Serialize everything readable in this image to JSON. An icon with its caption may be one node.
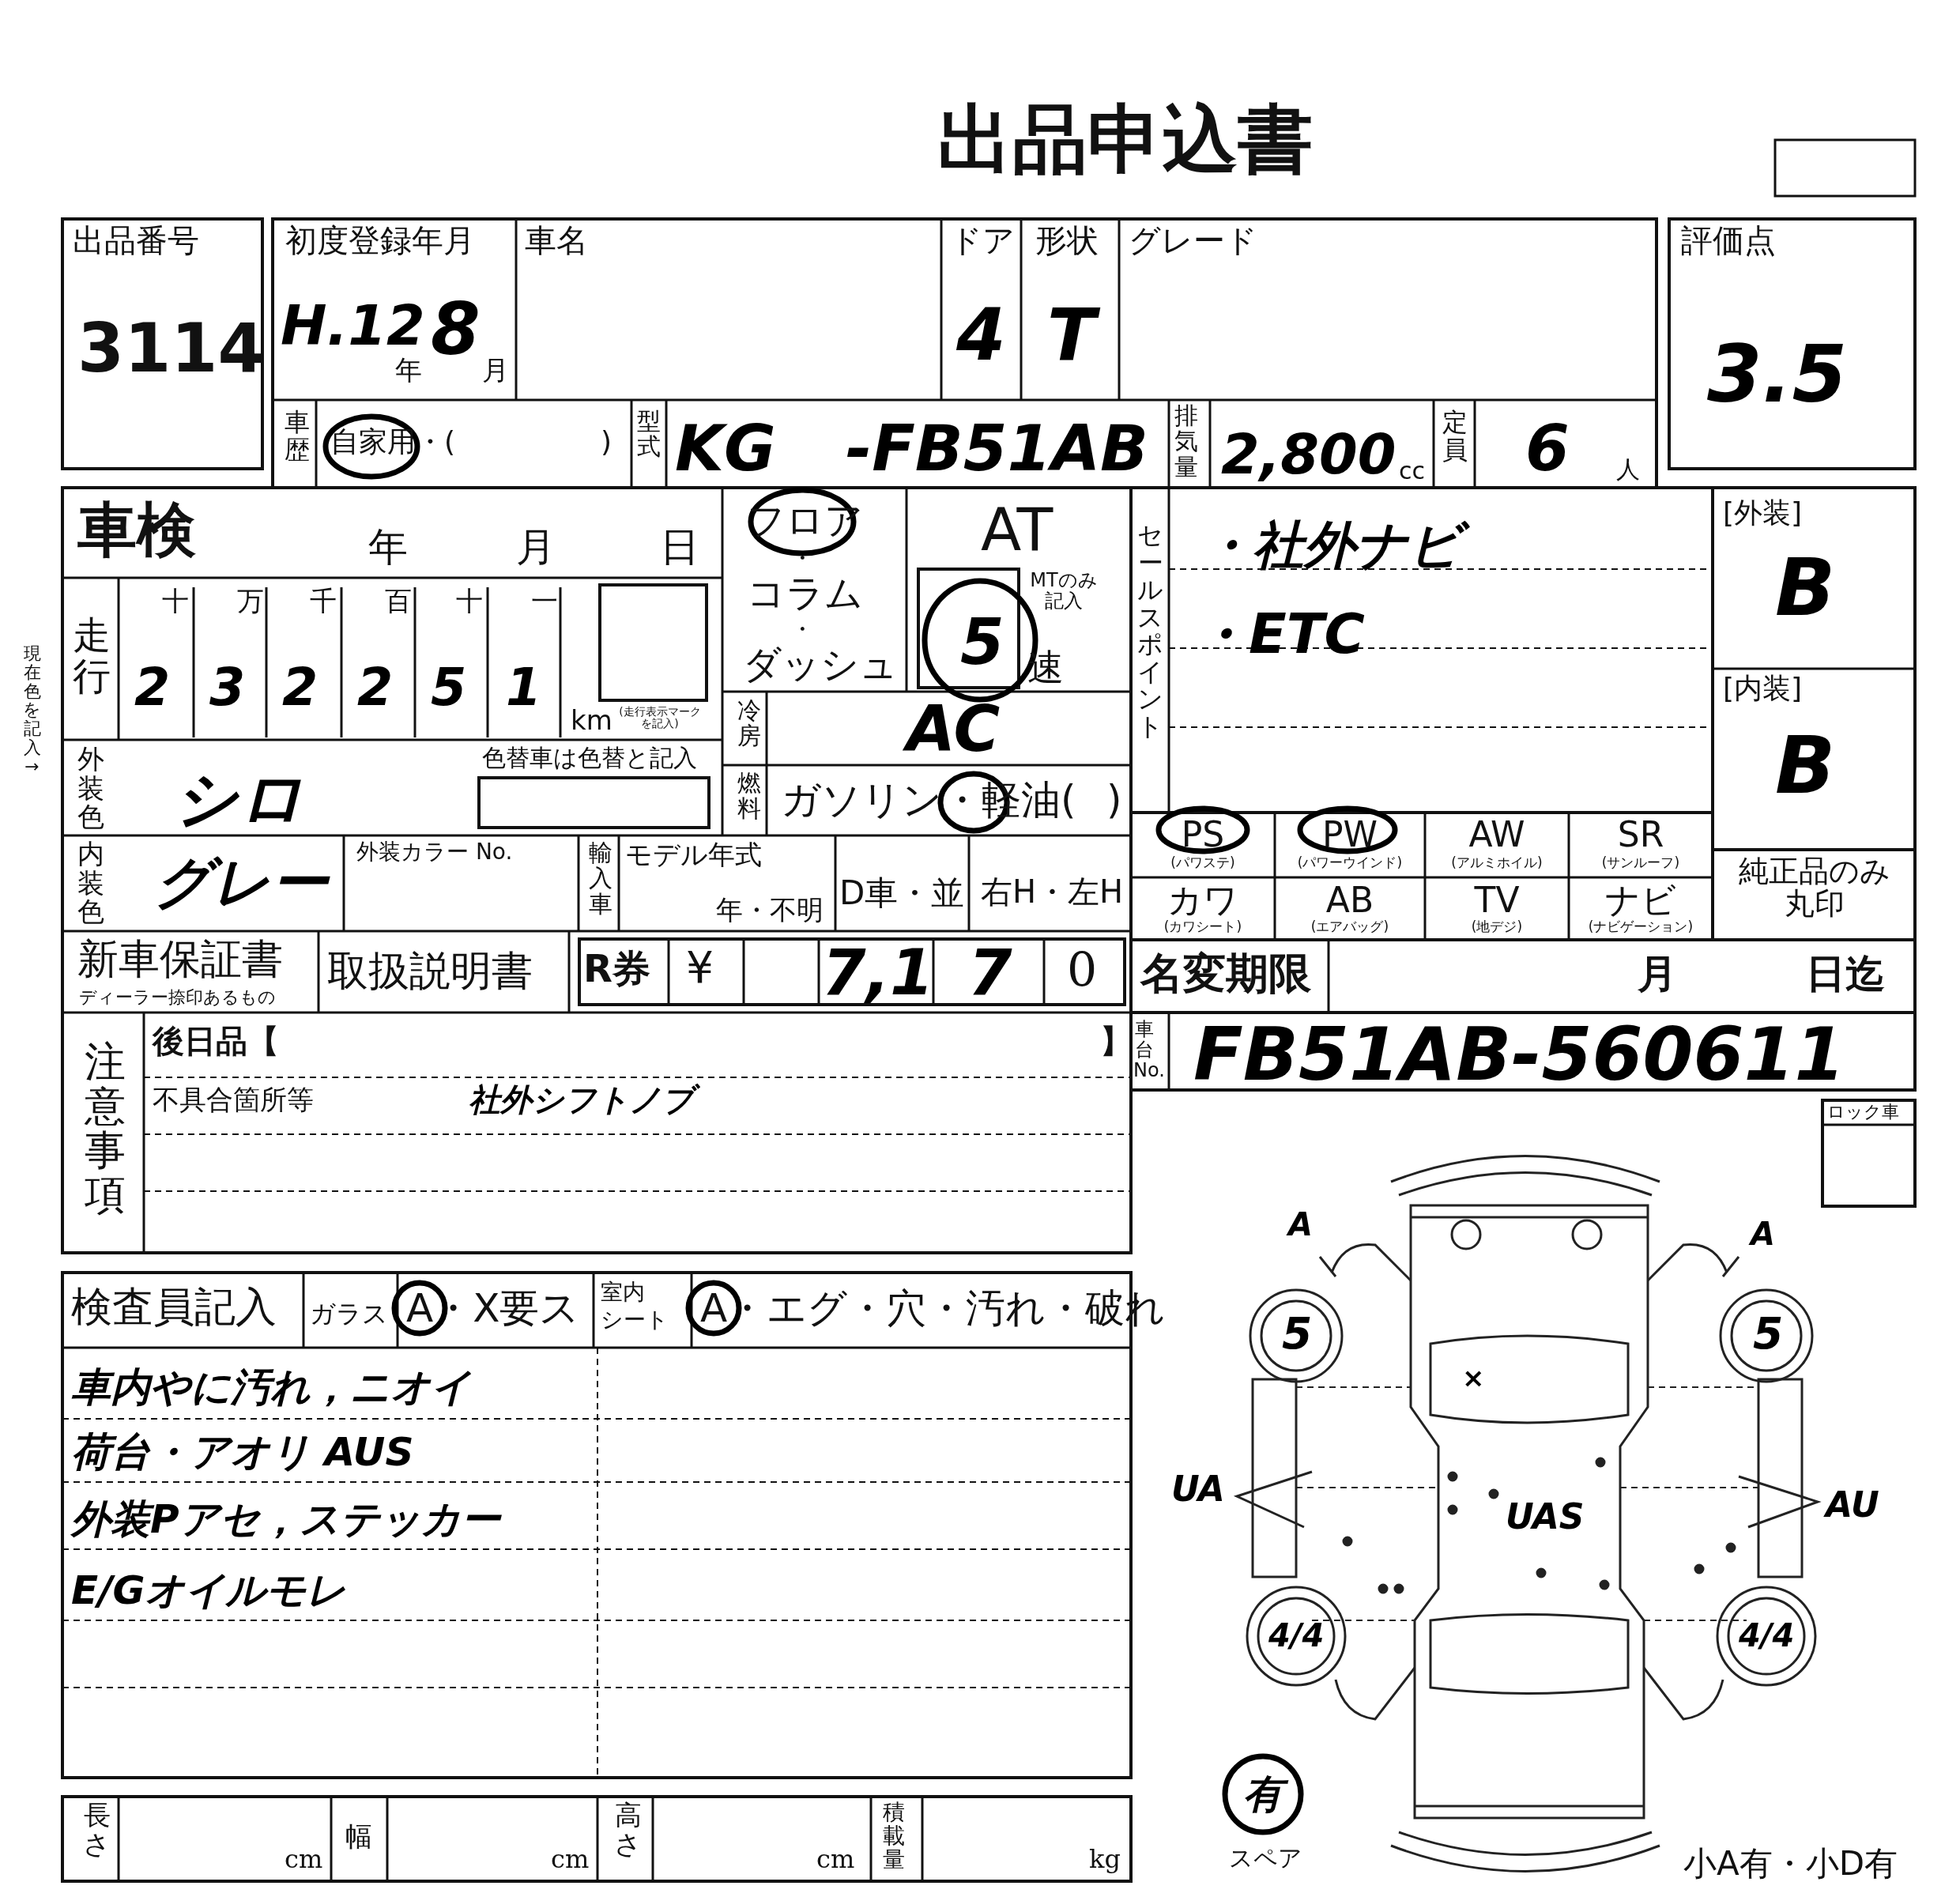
{
  "diagram": {
    "title": "出品申込書",
    "nodes": [
      {
        "text": [],
        "shape": "circle"
      },
      {
        "text": [],
        "shape": "circle"
      },
      {
        "text": [],
        "shape": "circle"
      },
      {
        "text": [],
        "shape": "circle"
      },
      {
        "text": [],
        "shape": "circle"
      },
      {
        "text": [],
        "shape": "circle"
      },
      {
        "text": [],
        "shape": "circle"
      },
      {
        "text": [],
        "shape": "circle"
      },
      {
        "text": [],
        "shape": "circle"
      }
    ],
    "labels": [
      "出品番号",
      "3114",
      "初度登録年月",
      "H.12",
      "年",
      "8",
      "月",
      "車名",
      "ドア",
      "4",
      "形状",
      "T",
      "グレード",
      "評価点",
      "3.5",
      "車歴",
      "自家用・(",
      ")",
      "型式",
      "KG",
      "-FB51AB",
      "排気量",
      "2,800",
      "cc",
      "定員",
      "6",
      "人",
      "車検",
      "年",
      "月",
      "日",
      "走行",
      "十",
      "万",
      "千",
      "百",
      "十",
      "一",
      "2",
      "3",
      "2",
      "2",
      "5",
      "1",
      "km",
      "(走行表示マークを記入)",
      "フロア",
      "・",
      "コラム",
      "・",
      "ダッシュ",
      "AT",
      "MTのみ記入",
      "5",
      "速",
      "冷房",
      "AC",
      "外装色",
      "シロ",
      "色替車は色替と記入",
      "燃料",
      "ガソリン・軽油(",
      ")",
      "内装色",
      "グレー",
      "外装カラー No.",
      "輸入車",
      "モデル年式",
      "年・不明",
      "D車・並",
      "右H・左H",
      "新車保証書",
      "ディーラー捺印あるもの",
      "取扱説明書",
      "R券",
      "¥",
      "7,1",
      "7",
      "0",
      "注意事項",
      "後日品【",
      "】",
      "不具合箇所等",
      "社外シフトノブ",
      "検査員記入",
      "ガラス",
      "A・X要ス",
      "室内",
      "シート",
      "A・エグ・穴・汚れ・破れ",
      "車内やに汚れ，ニオイ",
      "荷台・アオリ AUS",
      "外装Pアセ，ステッカー",
      "E/Gオイルモレ",
      "長さ",
      "cm",
      "幅",
      "cm",
      "高さ",
      "cm",
      "積載量",
      "kg",
      "現在色を記入→",
      "セールスポイント",
      "・社外ナビ",
      "・ETC",
      "[外装]",
      "B",
      "[内装]",
      "B",
      "PS",
      "(パワステ)",
      "PW",
      "(パワーウインド)",
      "AW",
      "(アルミホイル)",
      "SR",
      "(サンルーフ)",
      "カワ",
      "(カワシート)",
      "AB",
      "(エアバッグ)",
      "TV",
      "(地デジ)",
      "ナビ",
      "(ナビゲーション)",
      "純正品のみ丸印",
      "名変期限",
      "月",
      "日迄",
      "車台No.",
      "FB51AB-560611",
      "ロック車",
      "A",
      "A",
      "5",
      "5",
      "×",
      "UA",
      "UAS",
      "AU",
      "4/4",
      "4/4",
      "有",
      "スペア",
      "小A有・小D有"
    ]
  }
}
